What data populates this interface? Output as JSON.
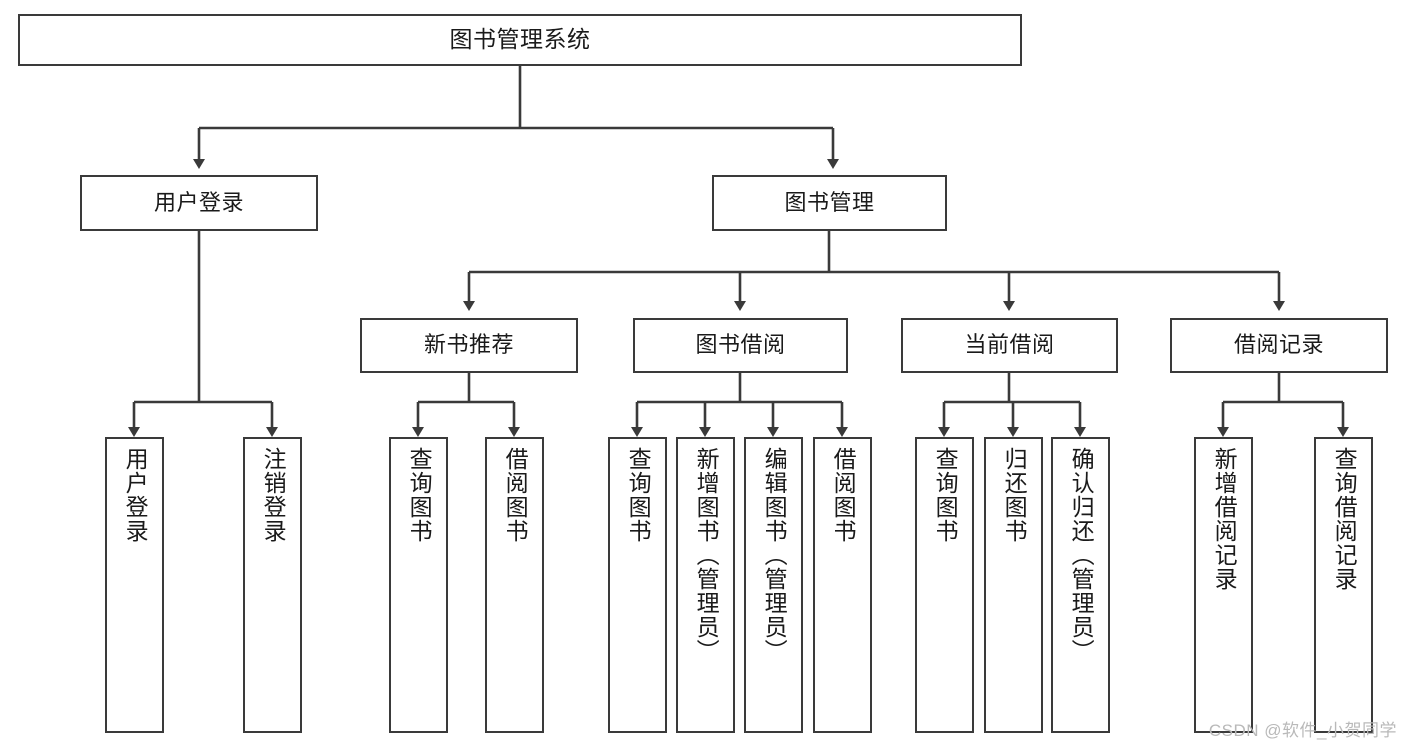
{
  "diagram": {
    "title": "图书管理系统",
    "type": "functional-decomposition-tree",
    "watermark": "CSDN @软件_小贺同学",
    "colors": {
      "box_border": "#3a3a3a",
      "box_fill": "#ffffff",
      "edge": "#3a3a3a",
      "text": "#1a1a1a",
      "watermark": "#b9b9b9",
      "background": "#ffffff"
    },
    "root": {
      "id": "root",
      "label": "图书管理系统"
    },
    "level2": [
      {
        "id": "user-login",
        "label": "用户登录"
      },
      {
        "id": "book-manage",
        "label": "图书管理"
      }
    ],
    "level3": [
      {
        "id": "new-book-recommend",
        "label": "新书推荐"
      },
      {
        "id": "book-borrow",
        "label": "图书借阅"
      },
      {
        "id": "current-borrow",
        "label": "当前借阅"
      },
      {
        "id": "borrow-record",
        "label": "借阅记录"
      }
    ],
    "leaves": {
      "user-login": [
        {
          "id": "leaf-user-login",
          "label": "用户登录"
        },
        {
          "id": "leaf-logout",
          "label": "注销登录"
        }
      ],
      "new-book-recommend": [
        {
          "id": "leaf-query-book-1",
          "label": "查询图书"
        },
        {
          "id": "leaf-borrow-book-1",
          "label": "借阅图书"
        }
      ],
      "book-borrow": [
        {
          "id": "leaf-query-book-2",
          "label": "查询图书"
        },
        {
          "id": "leaf-add-book",
          "label": "新增图书（管理员）"
        },
        {
          "id": "leaf-edit-book",
          "label": "编辑图书（管理员）"
        },
        {
          "id": "leaf-borrow-book-2",
          "label": "借阅图书"
        }
      ],
      "current-borrow": [
        {
          "id": "leaf-query-book-3",
          "label": "查询图书"
        },
        {
          "id": "leaf-return-book",
          "label": "归还图书"
        },
        {
          "id": "leaf-confirm-return",
          "label": "确认归还（管理员）"
        }
      ],
      "borrow-record": [
        {
          "id": "leaf-add-record",
          "label": "新增借阅记录"
        },
        {
          "id": "leaf-query-record",
          "label": "查询借阅记录"
        }
      ]
    }
  }
}
